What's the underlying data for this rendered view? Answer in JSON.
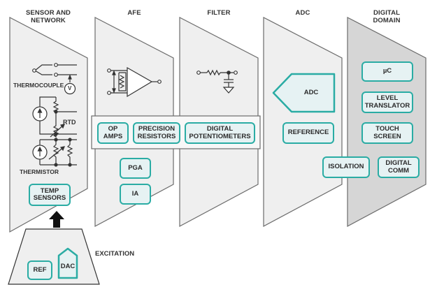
{
  "colors": {
    "teal": "#2aaca4",
    "box_fill": "#e6f2f3",
    "panel_fill": "#efefef",
    "digital_panel_fill": "#d6d6d6",
    "outline": "#6b6b6b",
    "text": "#333333"
  },
  "stages": [
    {
      "id": "sensor",
      "title_line1": "SENSOR AND",
      "title_line2": "NETWORK"
    },
    {
      "id": "afe",
      "title_line1": "AFE",
      "title_line2": ""
    },
    {
      "id": "filter",
      "title_line1": "FILTER",
      "title_line2": ""
    },
    {
      "id": "adc",
      "title_line1": "ADC",
      "title_line2": ""
    },
    {
      "id": "digital",
      "title_line1": "DIGITAL",
      "title_line2": "DOMAIN"
    }
  ],
  "sensor": {
    "thermocouple_label": "THERMOCOUPLE",
    "voltmeter_label": "V",
    "rtd_label": "RTD",
    "thermistor_label": "THERMISTOR",
    "temp_sensors": {
      "line1": "TEMP",
      "line2": "SENSORS"
    }
  },
  "shared_band": {
    "op_amps": {
      "line1": "OP",
      "line2": "AMPS"
    },
    "precision_resistors": {
      "line1": "PRECISION",
      "line2": "RESISTORS"
    },
    "digital_potentiometers": {
      "line1": "DIGITAL",
      "line2": "POTENTIOMETERS"
    }
  },
  "afe": {
    "pga": "PGA",
    "ia": "IA"
  },
  "adc": {
    "adc_block": "ADC",
    "reference": "REFERENCE"
  },
  "digital": {
    "uc": "µC",
    "level_translator": {
      "line1": "LEVEL",
      "line2": "TRANSLATOR"
    },
    "touch_screen": {
      "line1": "TOUCH",
      "line2": "SCREEN"
    },
    "isolation": "ISOLATION",
    "digital_comm": {
      "line1": "DIGITAL",
      "line2": "COMM"
    }
  },
  "excitation": {
    "label": "EXCITATION",
    "ref": "REF",
    "dac": "DAC"
  }
}
